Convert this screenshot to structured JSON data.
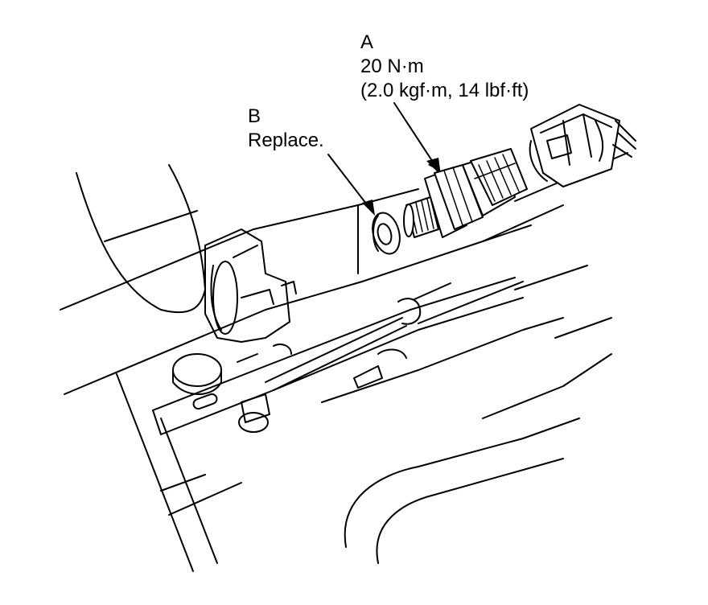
{
  "callouts": {
    "a": {
      "letter": "A",
      "torque_nm": "20 N·m",
      "torque_alt": "(2.0 kgf·m, 14 lbf·ft)"
    },
    "b": {
      "letter": "B",
      "note": "Replace."
    }
  },
  "icons": {
    "sensor": "oil-pressure-switch-illustration",
    "washer": "sealing-washer-illustration",
    "connector": "electrical-connector-illustration"
  }
}
